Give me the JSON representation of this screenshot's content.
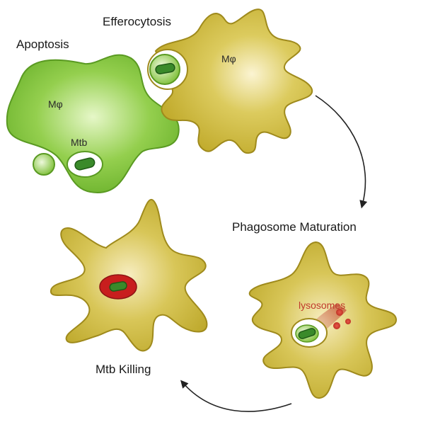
{
  "labels": {
    "apoptosis": "Apoptosis",
    "efferocytosis": "Efferocytosis",
    "phagosome_maturation": "Phagosome Maturation",
    "mtb_killing": "Mtb Killing",
    "lysosomes": "lysosomes"
  },
  "cells": {
    "macrophage_label": "Mφ",
    "mtb_label": "Mtb"
  },
  "colors": {
    "apoptotic_cell": "#7ec23a",
    "macrophage": "#cdb83a",
    "mtb_bacterium": "#3a8a2a",
    "killed_bacterium": "#c81e1e",
    "lysosome": "#c0392b",
    "arrow": "#222222"
  }
}
